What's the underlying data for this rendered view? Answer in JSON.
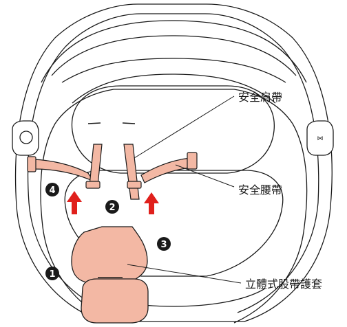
{
  "labels": {
    "shoulder_strap": "安全肩帶",
    "waist_strap": "安全腰帶",
    "crotch_pad": "立體式股帶護套"
  },
  "steps": {
    "one": "1",
    "two": "2",
    "three": "3",
    "four": "4"
  },
  "colors": {
    "strap_fill": "#f3b8a4",
    "outline": "#1a1a1a",
    "arrow_red": "#e0201c",
    "background": "#ffffff"
  }
}
